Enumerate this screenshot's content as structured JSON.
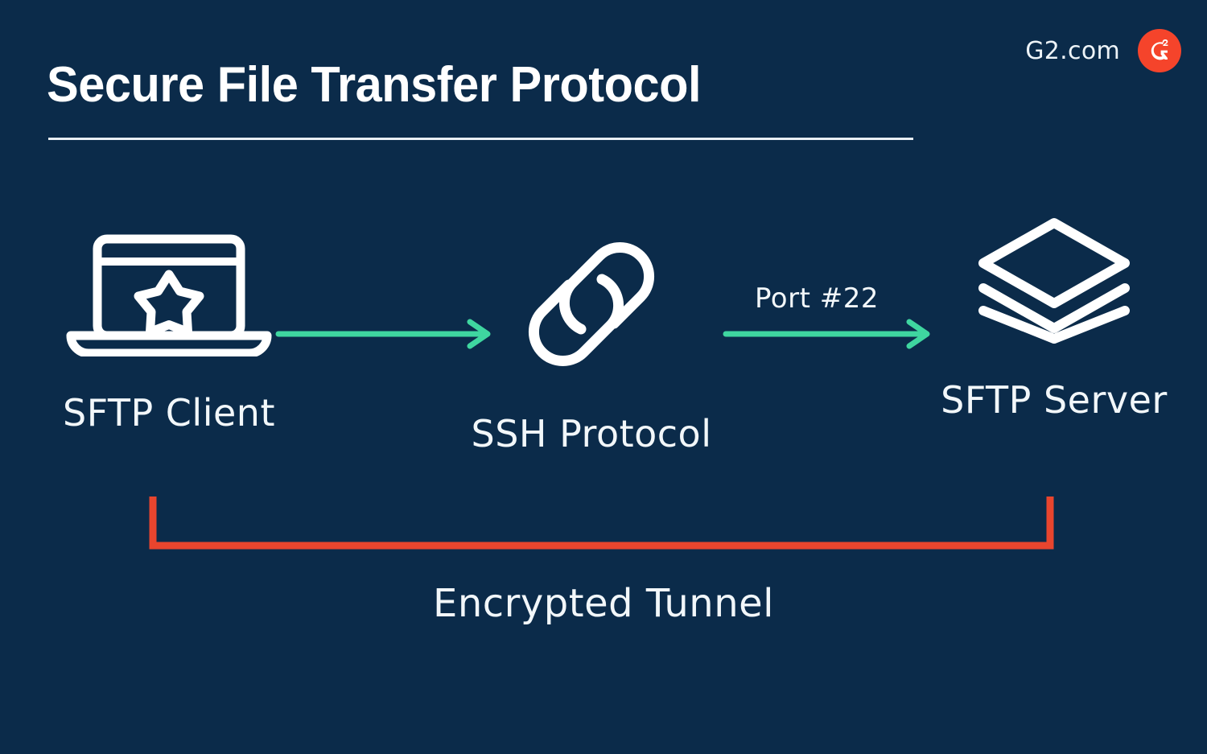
{
  "background_color": "#0b2b4a",
  "brand": {
    "text": "G2.com",
    "badge_label": "G2",
    "badge_color": "#f5442b",
    "badge_icon": "g2-logo-icon"
  },
  "title": {
    "text": "Secure File Transfer Protocol",
    "color": "#ffffff",
    "rule_color": "#e9eff4"
  },
  "diagram": {
    "type": "flow",
    "accent_arrow_color": "#3fd6a0",
    "bracket_color": "#e8452e",
    "nodes": [
      {
        "id": "client",
        "label": "SFTP Client",
        "icon": "laptop-star-icon"
      },
      {
        "id": "ssh",
        "label": "SSH Protocol",
        "icon": "chain-link-icon"
      },
      {
        "id": "server",
        "label": "SFTP Server",
        "icon": "layers-stack-icon"
      }
    ],
    "arrows": [
      {
        "id": "arrow-1",
        "from": "client",
        "to": "ssh",
        "label": ""
      },
      {
        "id": "arrow-2",
        "from": "ssh",
        "to": "server",
        "label": "Port #22"
      }
    ],
    "annotation": {
      "label": "Encrypted Tunnel",
      "spans_from": "client",
      "spans_to": "server"
    }
  }
}
